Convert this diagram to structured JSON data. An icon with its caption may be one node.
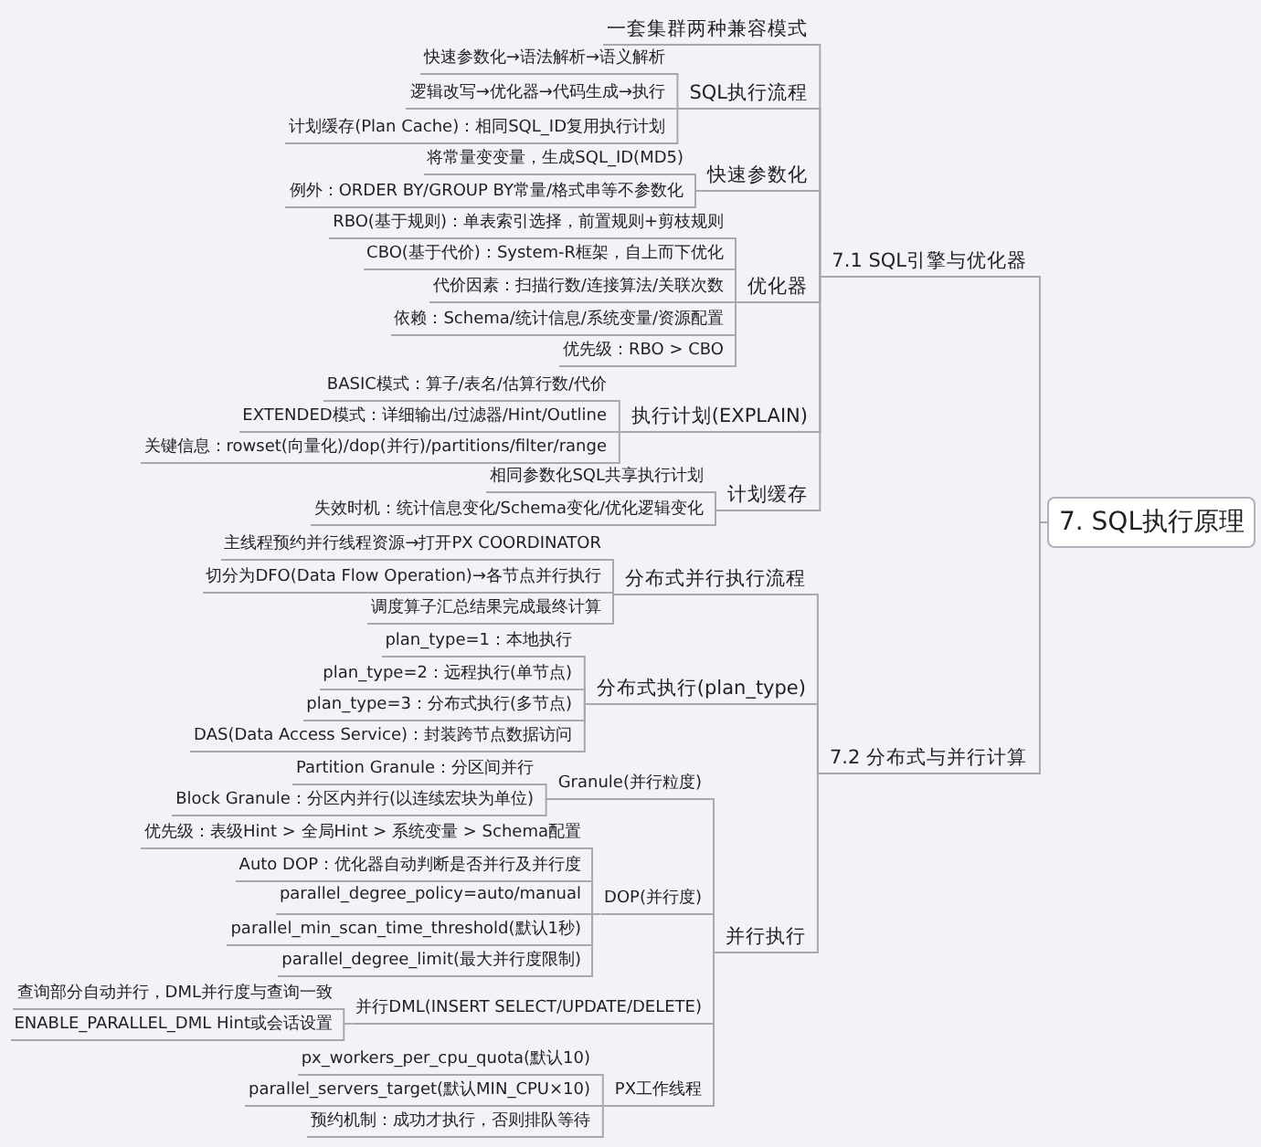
{
  "diagram": {
    "nodes": [
      {
        "text": [
          "7. SQL执行原理"
        ]
      },
      {
        "text": [
          "7.1 SQL引擎与优化器"
        ]
      },
      {
        "text": [
          "一套集群两种兼容模式"
        ]
      },
      {
        "text": [
          "SQL执行流程"
        ]
      },
      {
        "text": [
          "快速参数化→语法解析→语义解析"
        ]
      },
      {
        "text": [
          "逻辑改写→优化器→代码生成→执行"
        ]
      },
      {
        "text": [
          "计划缓存(Plan Cache)：相同SQL_ID复用执行计划"
        ]
      },
      {
        "text": [
          "快速参数化"
        ]
      },
      {
        "text": [
          "将常量变变量，生成SQL_ID(MD5)"
        ]
      },
      {
        "text": [
          "例外：ORDER BY/GROUP BY常量/格式串等不参数化"
        ]
      },
      {
        "text": [
          "优化器"
        ]
      },
      {
        "text": [
          "RBO(基于规则)：单表索引选择，前置规则+剪枝规则"
        ]
      },
      {
        "text": [
          "CBO(基于代价)：System-R框架，自上而下优化"
        ]
      },
      {
        "text": [
          "代价因素：扫描行数/连接算法/关联次数"
        ]
      },
      {
        "text": [
          "依赖：Schema/统计信息/系统变量/资源配置"
        ]
      },
      {
        "text": [
          "优先级：RBO > CBO"
        ]
      },
      {
        "text": [
          "执行计划(EXPLAIN)"
        ]
      },
      {
        "text": [
          "BASIC模式：算子/表名/估算行数/代价"
        ]
      },
      {
        "text": [
          "EXTENDED模式：详细输出/过滤器/Hint/Outline"
        ]
      },
      {
        "text": [
          "关键信息：rowset(向量化)/dop(并行)/partitions/filter/range"
        ]
      },
      {
        "text": [
          "计划缓存"
        ]
      },
      {
        "text": [
          "相同参数化SQL共享执行计划"
        ]
      },
      {
        "text": [
          "失效时机：统计信息变化/Schema变化/优化逻辑变化"
        ]
      },
      {
        "text": [
          "7.2 分布式与并行计算"
        ]
      },
      {
        "text": [
          "分布式并行执行流程"
        ]
      },
      {
        "text": [
          "主线程预约并行线程资源→打开PX COORDINATOR"
        ]
      },
      {
        "text": [
          "切分为DFO(Data Flow Operation)→各节点并行执行"
        ]
      },
      {
        "text": [
          "调度算子汇总结果完成最终计算"
        ]
      },
      {
        "text": [
          "分布式执行(plan_type)"
        ]
      },
      {
        "text": [
          "plan_type=1：本地执行"
        ]
      },
      {
        "text": [
          "plan_type=2：远程执行(单节点)"
        ]
      },
      {
        "text": [
          "plan_type=3：分布式执行(多节点)"
        ]
      },
      {
        "text": [
          "DAS(Data Access Service)：封装跨节点数据访问"
        ]
      },
      {
        "text": [
          "并行执行"
        ]
      },
      {
        "text": [
          "Granule(并行粒度)"
        ]
      },
      {
        "text": [
          "Partition Granule：分区间并行"
        ]
      },
      {
        "text": [
          "Block Granule：分区内并行(以连续宏块为单位)"
        ]
      },
      {
        "text": [
          "DOP(并行度)"
        ]
      },
      {
        "text": [
          "优先级：表级Hint > 全局Hint > 系统变量 > Schema配置"
        ]
      },
      {
        "text": [
          "Auto DOP：优化器自动判断是否并行及并行度"
        ]
      },
      {
        "text": [
          "parallel_degree_policy=auto/manual"
        ]
      },
      {
        "text": [
          "parallel_min_scan_time_threshold(默认1秒)"
        ]
      },
      {
        "text": [
          "parallel_degree_limit(最大并行度限制)"
        ]
      },
      {
        "text": [
          "并行DML(INSERT SELECT/UPDATE/DELETE)"
        ]
      },
      {
        "text": [
          "查询部分自动并行，DML并行度与查询一致"
        ]
      },
      {
        "text": [
          "ENABLE_PARALLEL_DML Hint或会话设置"
        ]
      },
      {
        "text": [
          "PX工作线程"
        ]
      },
      {
        "text": [
          "px_workers_per_cpu_quota(默认10)"
        ]
      },
      {
        "text": [
          "parallel_servers_target(默认MIN_CPU×10)"
        ]
      },
      {
        "text": [
          "预约机制：成功才执行，否则排队等待"
        ]
      }
    ],
    "edges": [
      {
        "from": 0,
        "to": 1,
        "arrow": "none"
      },
      {
        "from": 1,
        "to": 2,
        "arrow": "none"
      },
      {
        "from": 1,
        "to": 3,
        "arrow": "none"
      },
      {
        "from": 3,
        "to": 4,
        "arrow": "none"
      },
      {
        "from": 3,
        "to": 5,
        "arrow": "none"
      },
      {
        "from": 3,
        "to": 6,
        "arrow": "none"
      },
      {
        "from": 1,
        "to": 7,
        "arrow": "none"
      },
      {
        "from": 7,
        "to": 8,
        "arrow": "none"
      },
      {
        "from": 7,
        "to": 9,
        "arrow": "none"
      },
      {
        "from": 1,
        "to": 10,
        "arrow": "none"
      },
      {
        "from": 10,
        "to": 11,
        "arrow": "none"
      },
      {
        "from": 10,
        "to": 12,
        "arrow": "none"
      },
      {
        "from": 10,
        "to": 13,
        "arrow": "none"
      },
      {
        "from": 10,
        "to": 14,
        "arrow": "none"
      },
      {
        "from": 10,
        "to": 15,
        "arrow": "none"
      },
      {
        "from": 1,
        "to": 16,
        "arrow": "none"
      },
      {
        "from": 16,
        "to": 17,
        "arrow": "none"
      },
      {
        "from": 16,
        "to": 18,
        "arrow": "none"
      },
      {
        "from": 16,
        "to": 19,
        "arrow": "none"
      },
      {
        "from": 1,
        "to": 20,
        "arrow": "none"
      },
      {
        "from": 20,
        "to": 21,
        "arrow": "none"
      },
      {
        "from": 20,
        "to": 22,
        "arrow": "none"
      },
      {
        "from": 0,
        "to": 23,
        "arrow": "none"
      },
      {
        "from": 23,
        "to": 24,
        "arrow": "none"
      },
      {
        "from": 24,
        "to": 25,
        "arrow": "none"
      },
      {
        "from": 24,
        "to": 26,
        "arrow": "none"
      },
      {
        "from": 24,
        "to": 27,
        "arrow": "none"
      },
      {
        "from": 23,
        "to": 28,
        "arrow": "none"
      },
      {
        "from": 28,
        "to": 29,
        "arrow": "none"
      },
      {
        "from": 28,
        "to": 30,
        "arrow": "none"
      },
      {
        "from": 28,
        "to": 31,
        "arrow": "none"
      },
      {
        "from": 28,
        "to": 32,
        "arrow": "none"
      },
      {
        "from": 23,
        "to": 33,
        "arrow": "none"
      },
      {
        "from": 33,
        "to": 34,
        "arrow": "none"
      },
      {
        "from": 34,
        "to": 35,
        "arrow": "none"
      },
      {
        "from": 34,
        "to": 36,
        "arrow": "none"
      },
      {
        "from": 33,
        "to": 37,
        "arrow": "none"
      },
      {
        "from": 37,
        "to": 38,
        "arrow": "none"
      },
      {
        "from": 37,
        "to": 39,
        "arrow": "none"
      },
      {
        "from": 37,
        "to": 40,
        "arrow": "none"
      },
      {
        "from": 37,
        "to": 41,
        "arrow": "none"
      },
      {
        "from": 37,
        "to": 42,
        "arrow": "none"
      },
      {
        "from": 33,
        "to": 43,
        "arrow": "none"
      },
      {
        "from": 43,
        "to": 44,
        "arrow": "none"
      },
      {
        "from": 43,
        "to": 45,
        "arrow": "none"
      },
      {
        "from": 33,
        "to": 46,
        "arrow": "none"
      },
      {
        "from": 46,
        "to": 47,
        "arrow": "none"
      },
      {
        "from": 46,
        "to": 48,
        "arrow": "none"
      },
      {
        "from": 46,
        "to": 49,
        "arrow": "none"
      }
    ]
  }
}
